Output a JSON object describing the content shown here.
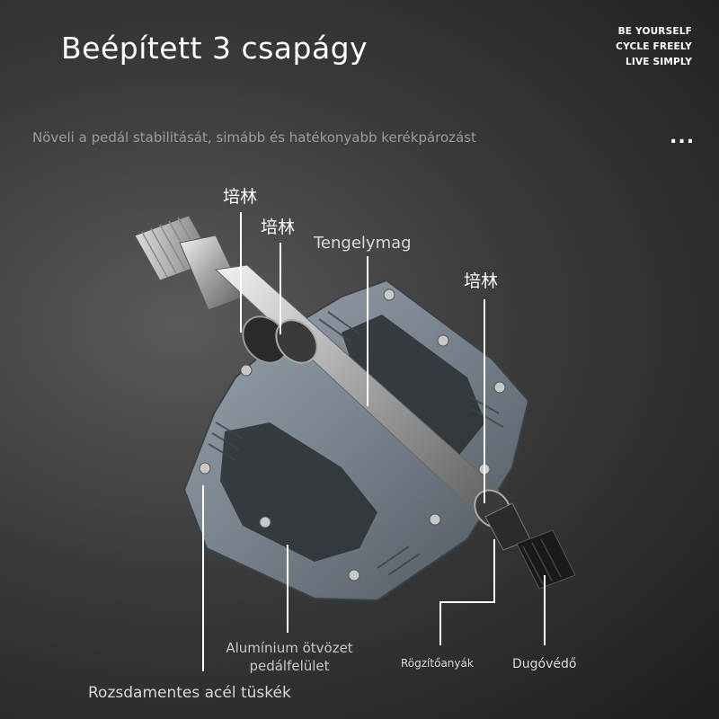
{
  "header": {
    "title": "Beépített 3 csapágy",
    "subtitle": "Növeli a pedál stabilitását, simább és hatékonyabb kerékpározást"
  },
  "tagline": {
    "lines": [
      "BE YOURSELF",
      "CYCLE FREELY",
      "LIVE SIMPLY"
    ]
  },
  "labels": {
    "bearing_1": "培林",
    "bearing_2": "培林",
    "bearing_3": "培林",
    "spindle": "Tengelymag",
    "alloy_body_line1": "Alumínium ötvözet",
    "alloy_body_line2": "pedálfelület",
    "lock_nut": "Rögzítőanyák",
    "dust_cap": "Dugóvédő",
    "steel_pins": "Rozsdamentes acél tüskék"
  },
  "colors": {
    "accent_text": "#ffffff",
    "pedal_body": "#7a8590",
    "axle_metal": "#b8b8b8"
  },
  "icons": {
    "more": "more-dots-icon"
  }
}
